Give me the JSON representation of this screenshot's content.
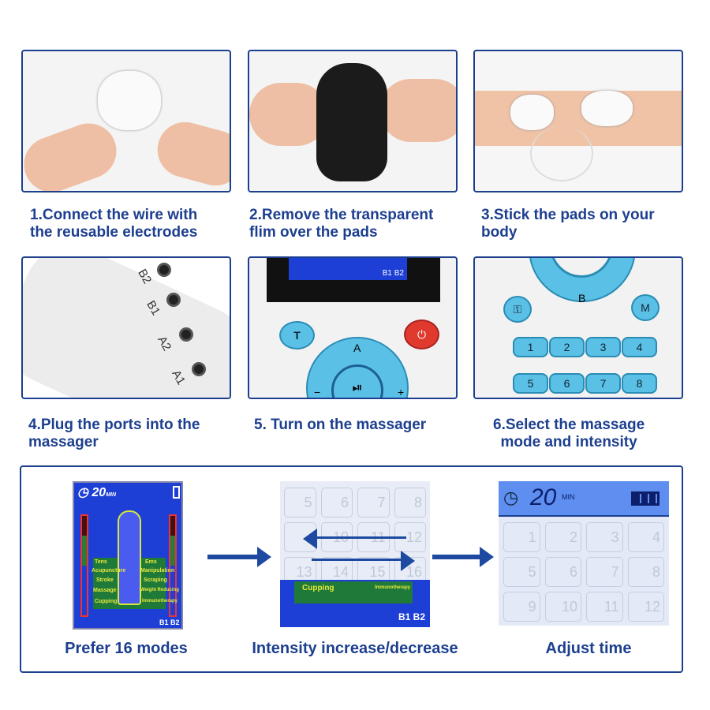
{
  "steps": [
    {
      "caption_line1": "1.Connect the wire with",
      "caption_line2": "the reusable electrodes"
    },
    {
      "caption_line1": "2.Remove the transparent",
      "caption_line2": "flim over the pads"
    },
    {
      "caption_line1": "3.Stick the pads on your",
      "caption_line2": "body"
    },
    {
      "caption_line1": "4.Plug the ports into the",
      "caption_line2": "massager"
    },
    {
      "caption_line1": "5. Turn on the massager",
      "caption_line2": ""
    },
    {
      "caption_line1": "6.Select the massage",
      "caption_line2": "mode and intensity"
    }
  ],
  "ports": [
    "B2",
    "B1",
    "A2",
    "A1"
  ],
  "device5": {
    "t": "T",
    "a": "A",
    "play": "⏯",
    "minus": "−",
    "plus": "+",
    "power": "⏻",
    "channels": "B1 B2"
  },
  "device6": {
    "b": "B",
    "m": "M",
    "key": "⚿",
    "numbers": [
      "1",
      "2",
      "3",
      "4",
      "5",
      "6",
      "7",
      "8"
    ]
  },
  "lcd": {
    "time": "20",
    "unit": "MIN",
    "modes_left": [
      "Tens",
      "Acupuncture",
      "Stroke",
      "Massage",
      "Cupping"
    ],
    "modes_right": [
      "Ems",
      "Manipulation",
      "Scraping",
      "Weight Reducing",
      "Immunotherapy"
    ],
    "channels": "B1 B2"
  },
  "middle": {
    "mode": "Cupping",
    "mode2": "Immunotherapy",
    "channels": "B1 B2",
    "grid": [
      "5",
      "6",
      "7",
      "8",
      "",
      "10",
      "11",
      "12",
      "13",
      "14",
      "15",
      "16"
    ]
  },
  "right": {
    "time": "20",
    "unit": "MIN",
    "grid": [
      "1",
      "2",
      "3",
      "4",
      "5",
      "6",
      "7",
      "8",
      "9",
      "10",
      "11",
      "12"
    ]
  },
  "bottom_captions": [
    "Prefer 16 modes",
    "Intensity increase/decrease",
    "Adjust time"
  ],
  "colors": {
    "accent": "#1d3f8f",
    "lcd": "#1e3fd6"
  }
}
